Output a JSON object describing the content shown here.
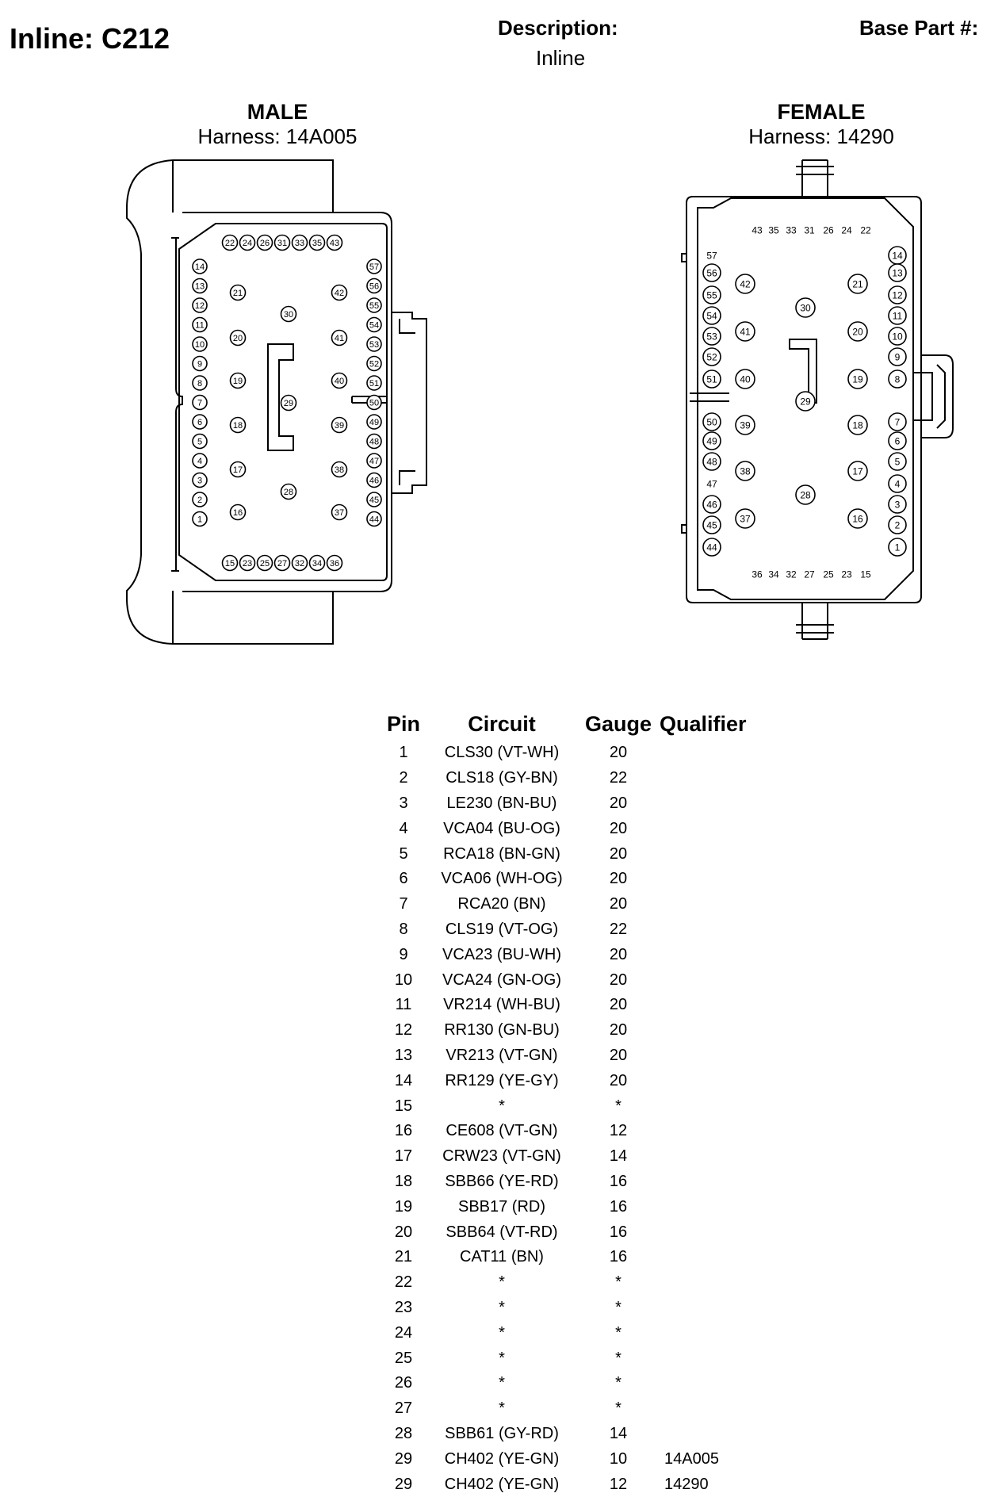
{
  "header": {
    "title": "Inline: C212",
    "description_label": "Description:",
    "description_value": "Inline",
    "base_part_label": "Base Part #:"
  },
  "male": {
    "label": "MALE",
    "harness": "Harness: 14A005",
    "top_row": [
      "22",
      "24",
      "26",
      "31",
      "33",
      "35",
      "43"
    ],
    "bottom_row": [
      "15",
      "23",
      "25",
      "27",
      "32",
      "34",
      "36"
    ],
    "left_col": [
      "14",
      "13",
      "12",
      "11",
      "10",
      "9",
      "8",
      "7",
      "6",
      "5",
      "4",
      "3",
      "2",
      "1"
    ],
    "right_col": [
      "57",
      "56",
      "55",
      "54",
      "53",
      "52",
      "51",
      "50",
      "49",
      "48",
      "47",
      "46",
      "45",
      "44"
    ],
    "inner": [
      "21",
      "20",
      "19",
      "18",
      "17",
      "16",
      "42",
      "41",
      "40",
      "39",
      "38",
      "37",
      "30",
      "29",
      "28"
    ]
  },
  "female": {
    "label": "FEMALE",
    "harness": "Harness: 14290",
    "top_row": [
      "43",
      "35",
      "33",
      "31",
      "26",
      "24",
      "22"
    ],
    "bottom_row": [
      "36",
      "34",
      "32",
      "27",
      "25",
      "23",
      "15"
    ],
    "left_col": [
      "57",
      "56",
      "55",
      "54",
      "53",
      "52",
      "51",
      "50",
      "49",
      "48",
      "47",
      "46",
      "45",
      "44"
    ],
    "right_col": [
      "14",
      "13",
      "12",
      "11",
      "10",
      "9",
      "8",
      "7",
      "6",
      "5",
      "4",
      "3",
      "2",
      "1"
    ],
    "inner": [
      "42",
      "41",
      "40",
      "39",
      "38",
      "37",
      "21",
      "20",
      "19",
      "18",
      "17",
      "16",
      "30",
      "29",
      "28"
    ]
  },
  "table": {
    "headers": [
      "Pin",
      "Circuit",
      "Gauge",
      "Qualifier"
    ],
    "rows": [
      [
        "1",
        "CLS30 (VT-WH)",
        "20",
        ""
      ],
      [
        "2",
        "CLS18 (GY-BN)",
        "22",
        ""
      ],
      [
        "3",
        "LE230 (BN-BU)",
        "20",
        ""
      ],
      [
        "4",
        "VCA04 (BU-OG)",
        "20",
        ""
      ],
      [
        "5",
        "RCA18 (BN-GN)",
        "20",
        ""
      ],
      [
        "6",
        "VCA06 (WH-OG)",
        "20",
        ""
      ],
      [
        "7",
        "RCA20 (BN)",
        "20",
        ""
      ],
      [
        "8",
        "CLS19 (VT-OG)",
        "22",
        ""
      ],
      [
        "9",
        "VCA23 (BU-WH)",
        "20",
        ""
      ],
      [
        "10",
        "VCA24 (GN-OG)",
        "20",
        ""
      ],
      [
        "11",
        "VR214 (WH-BU)",
        "20",
        ""
      ],
      [
        "12",
        "RR130 (GN-BU)",
        "20",
        ""
      ],
      [
        "13",
        "VR213 (VT-GN)",
        "20",
        ""
      ],
      [
        "14",
        "RR129 (YE-GY)",
        "20",
        ""
      ],
      [
        "15",
        "*",
        "*",
        ""
      ],
      [
        "16",
        "CE608 (VT-GN)",
        "12",
        ""
      ],
      [
        "17",
        "CRW23 (VT-GN)",
        "14",
        ""
      ],
      [
        "18",
        "SBB66 (YE-RD)",
        "16",
        ""
      ],
      [
        "19",
        "SBB17 (RD)",
        "16",
        ""
      ],
      [
        "20",
        "SBB64 (VT-RD)",
        "16",
        ""
      ],
      [
        "21",
        "CAT11 (BN)",
        "16",
        ""
      ],
      [
        "22",
        "*",
        "*",
        ""
      ],
      [
        "23",
        "*",
        "*",
        ""
      ],
      [
        "24",
        "*",
        "*",
        ""
      ],
      [
        "25",
        "*",
        "*",
        ""
      ],
      [
        "26",
        "*",
        "*",
        ""
      ],
      [
        "27",
        "*",
        "*",
        ""
      ],
      [
        "28",
        "SBB61 (GY-RD)",
        "14",
        ""
      ],
      [
        "29",
        "CH402 (YE-GN)",
        "10",
        "14A005"
      ],
      [
        "29",
        "CH402 (YE-GN)",
        "12",
        "14290"
      ]
    ]
  }
}
